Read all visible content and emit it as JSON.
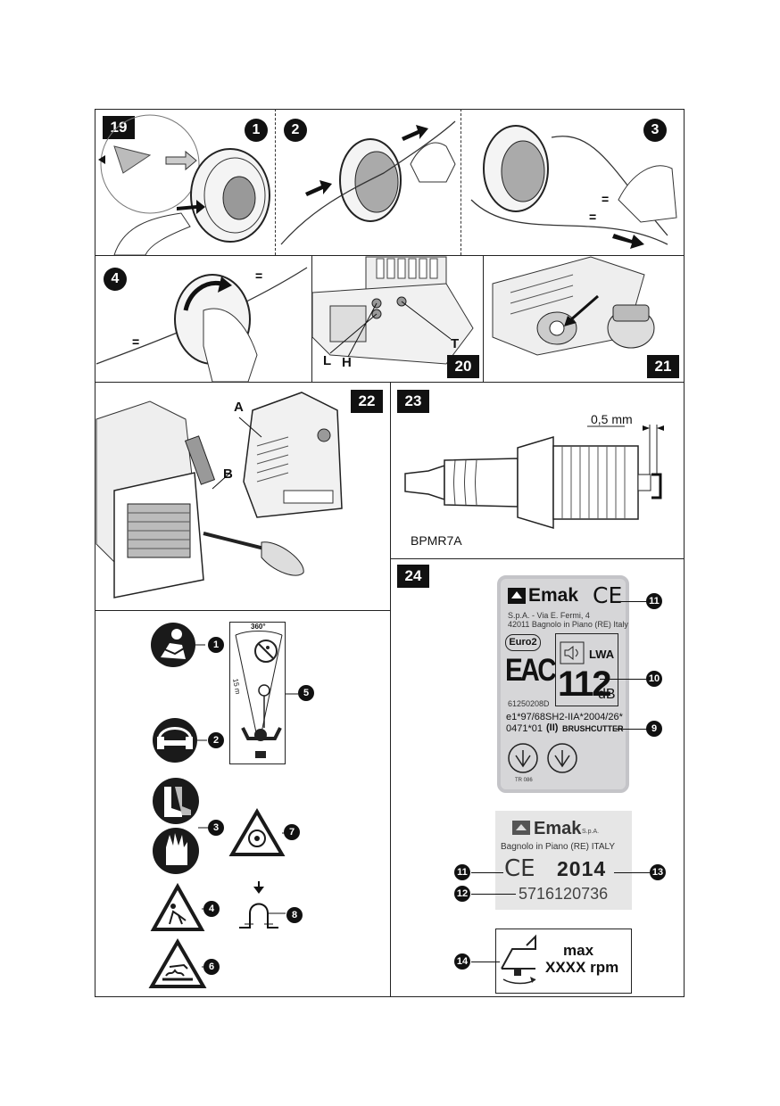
{
  "figures": {
    "fig19": {
      "number": "19",
      "steps": [
        "1",
        "2",
        "3",
        "4"
      ],
      "equal_mark": "="
    },
    "fig20": {
      "number": "20",
      "labels": {
        "L": "L",
        "H": "H",
        "T": "T"
      }
    },
    "fig21": {
      "number": "21"
    },
    "fig22": {
      "number": "22",
      "labels": {
        "A": "A",
        "B": "B"
      }
    },
    "fig23": {
      "number": "23",
      "gap": "0,5 mm",
      "plug_model": "BPMR7A"
    },
    "fig24": {
      "number": "24"
    }
  },
  "safety_symbols": {
    "callouts": [
      "1",
      "2",
      "3",
      "4",
      "5",
      "6",
      "7",
      "8"
    ],
    "rotation": "360°",
    "distance": "15 m"
  },
  "rating_plate": {
    "brand": "Emak",
    "ce": "CE",
    "address_line1": "S.p.A. - Via E. Fermi, 4",
    "address_line2": "42011 Bagnolo in Piano (RE) Italy",
    "euro": "Euro2",
    "eac": "EAC",
    "part_code": "61250208D",
    "lwa_label": "LWA",
    "sound_value": "112",
    "sound_unit": "dB",
    "approval_line1": "e1*97/68SH2-IIA*2004/26*",
    "approval_line2": "0471*01",
    "class_mark": "(II)",
    "product": "BRUSHCUTTER",
    "tr_mark": "TR 086",
    "callouts": {
      "c11": "11",
      "c10": "10",
      "c9": "9"
    }
  },
  "serial_plate": {
    "brand": "Emak",
    "brand_suffix": "S.p.A.",
    "address": "Bagnolo in Piano (RE) ITALY",
    "ce": "CE",
    "year": "2014",
    "serial": "5716120736",
    "callouts": {
      "c11": "11",
      "c12": "12",
      "c13": "13"
    }
  },
  "rpm_label": {
    "line1": "max",
    "line2": "XXXX rpm",
    "callout": "14"
  }
}
